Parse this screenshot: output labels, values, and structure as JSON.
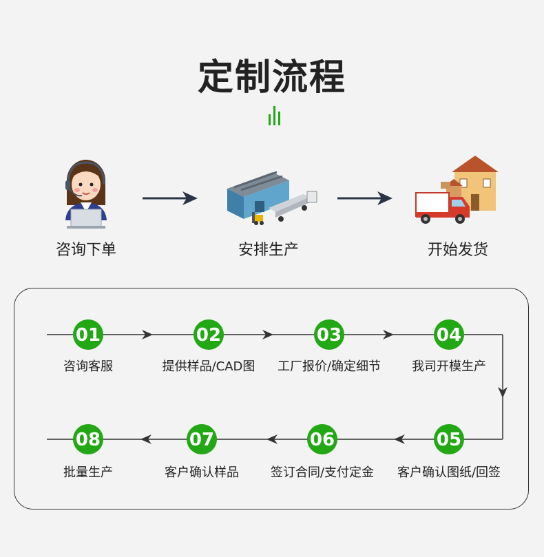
{
  "title": "定制流程",
  "top_steps": [
    {
      "label": "咨询下单",
      "icon": "customer-service-icon"
    },
    {
      "label": "安排生产",
      "icon": "factory-icon"
    },
    {
      "label": "开始发货",
      "icon": "delivery-truck-icon"
    }
  ],
  "steps": [
    {
      "num": "01",
      "label": "咨询客服"
    },
    {
      "num": "02",
      "label": "提供样品/CAD图"
    },
    {
      "num": "03",
      "label": "工厂报价/确定细节"
    },
    {
      "num": "04",
      "label": "我司开模生产"
    },
    {
      "num": "05",
      "label": "客户确认图纸/回签"
    },
    {
      "num": "06",
      "label": "签订合同/支付定金"
    },
    {
      "num": "07",
      "label": "客户确认样品"
    },
    {
      "num": "08",
      "label": "批量生产"
    }
  ],
  "colors": {
    "accent": "#22a814",
    "line": "#333333",
    "arrow": "#2a3445"
  }
}
